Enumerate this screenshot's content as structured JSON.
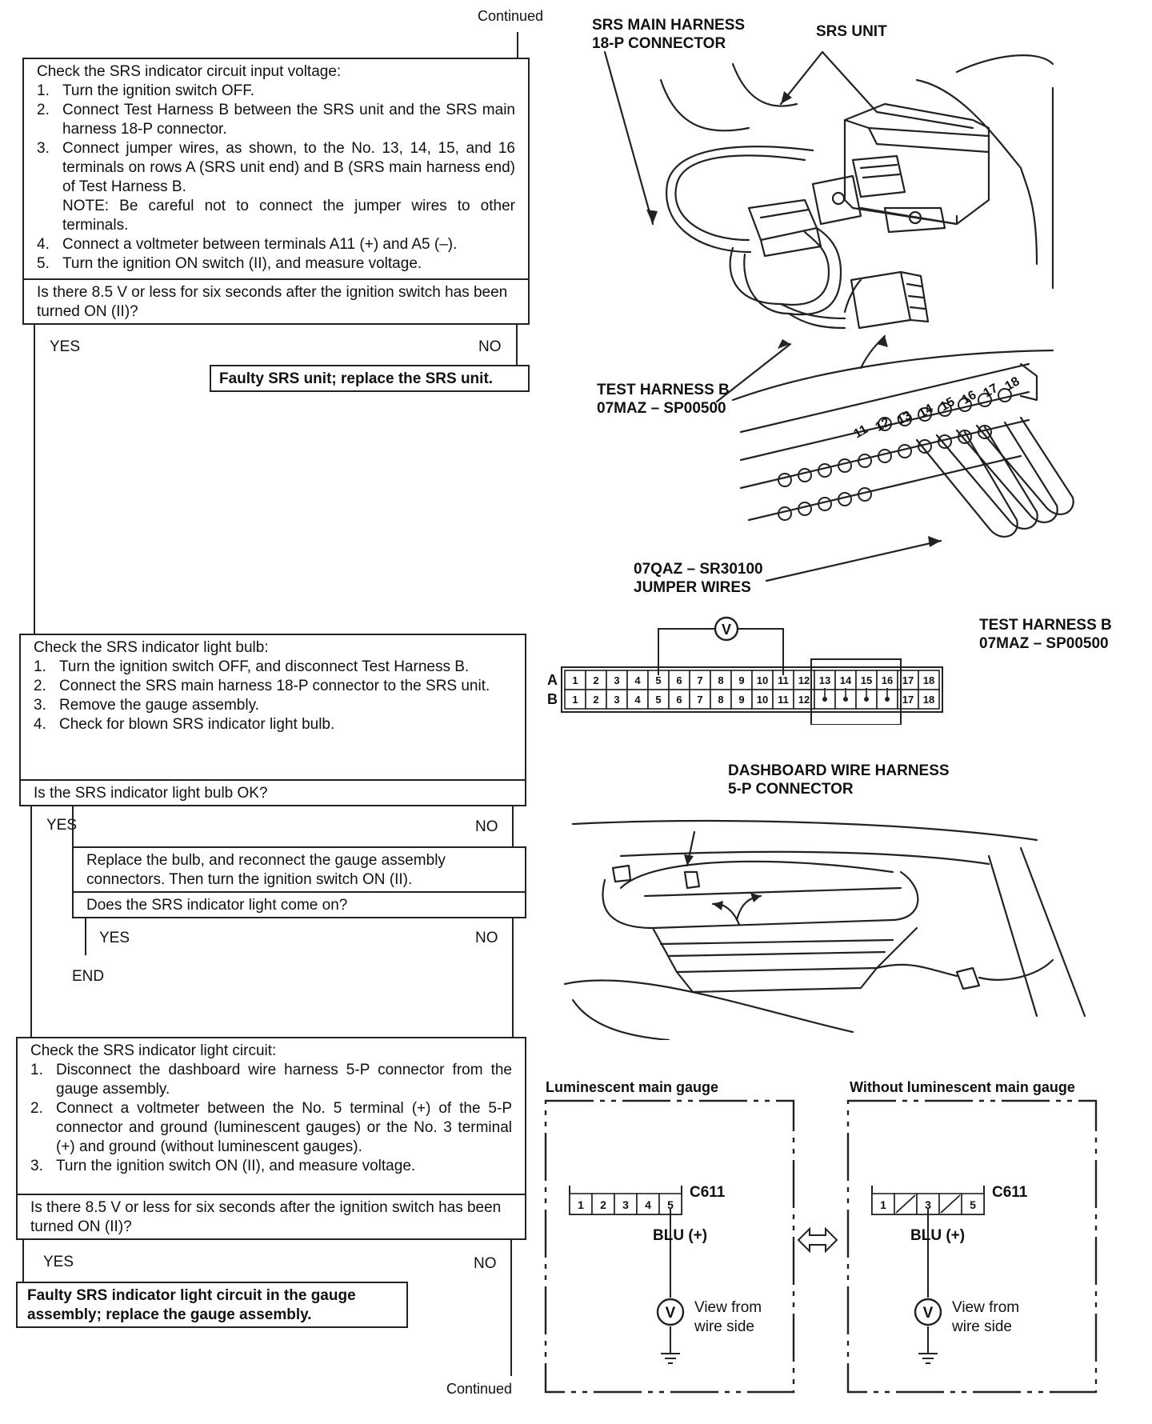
{
  "continued_top": "Continued",
  "continued_bottom": "Continued",
  "step1": {
    "heading": "Check the SRS indicator circuit input voltage:",
    "items": [
      {
        "n": "1.",
        "t": "Turn the ignition switch OFF."
      },
      {
        "n": "2.",
        "t": "Connect Test Harness B between the SRS unit and the SRS main harness 18-P connector."
      },
      {
        "n": "3.",
        "t": "Connect jumper wires, as shown, to the No. 13, 14, 15, and 16 terminals on rows A (SRS unit end) and B (SRS main harness end) of Test Harness B."
      },
      {
        "n": "",
        "t": "NOTE: Be careful not to connect the jumper wires to other terminals."
      },
      {
        "n": "4.",
        "t": "Connect a voltmeter between terminals A11 (+) and A5 (–)."
      },
      {
        "n": "5.",
        "t": "Turn the ignition ON switch (II), and measure voltage."
      }
    ],
    "question": "Is there 8.5 V or less for six seconds after the ignition switch has been turned ON (II)?",
    "yes": "YES",
    "no": "NO",
    "result_no": "Faulty SRS unit; replace the SRS unit."
  },
  "step2": {
    "heading": "Check the SRS indicator light bulb:",
    "items": [
      {
        "n": "1.",
        "t": "Turn the ignition switch OFF, and disconnect Test Harness B."
      },
      {
        "n": "2.",
        "t": "Connect the SRS main harness 18-P connector to the SRS unit."
      },
      {
        "n": "3.",
        "t": "Remove the gauge assembly."
      },
      {
        "n": "4.",
        "t": "Check for blown SRS indicator light bulb."
      }
    ],
    "question": "Is the SRS indicator light bulb OK?",
    "yes": "YES",
    "no": "NO",
    "sub_action": "Replace the bulb, and reconnect the gauge assembly connectors. Then turn the ignition switch ON (II).",
    "sub_question": "Does the SRS indicator light come on?",
    "sub_yes": "YES",
    "sub_no": "NO",
    "end": "END"
  },
  "step3": {
    "heading": "Check the SRS indicator light circuit:",
    "items": [
      {
        "n": "1.",
        "t": "Disconnect the dashboard wire harness 5-P connector from the gauge assembly."
      },
      {
        "n": "2.",
        "t": "Connect a voltmeter between the No. 5 terminal (+) of the 5-P connector and ground (luminescent gauges) or the No. 3 terminal (+) and ground (without luminescent gauges)."
      },
      {
        "n": "3.",
        "t": "Turn the ignition switch ON (II), and measure voltage."
      }
    ],
    "question": "Is there 8.5 V or less for six seconds after the ignition switch has been turned ON (II)?",
    "yes": "YES",
    "no": "NO",
    "result_yes": "Faulty SRS indicator light circuit in the gauge assembly; replace the gauge assembly."
  },
  "fig1": {
    "label_main_connector": "SRS MAIN HARNESS\n18-P CONNECTOR",
    "label_unit": "SRS UNIT",
    "label_test_harness": "TEST HARNESS B\n07MAZ – SP00500",
    "label_jumper": "07QAZ – SR30100\nJUMPER WIRES",
    "pin_numbers": [
      "11",
      "12",
      "13",
      "14",
      "15",
      "16",
      "17",
      "18"
    ]
  },
  "fig2": {
    "title": "TEST HARNESS B\n07MAZ – SP00500",
    "row_a": "A",
    "row_b": "B",
    "pins": [
      "1",
      "2",
      "3",
      "4",
      "5",
      "6",
      "7",
      "8",
      "9",
      "10",
      "11",
      "12",
      "13",
      "14",
      "15",
      "16",
      "17",
      "18"
    ],
    "meter": "V"
  },
  "fig3": {
    "label": "DASHBOARD WIRE HARNESS\n5-P CONNECTOR"
  },
  "fig4": {
    "left_title": "Luminescent main gauge",
    "right_title": "Without luminescent main gauge",
    "left_pins": [
      "1",
      "2",
      "3",
      "4",
      "5"
    ],
    "right_pins": [
      "1",
      "3",
      "5"
    ],
    "connector": "C611",
    "wire": "BLU (+)",
    "view": "View from\nwire side",
    "meter": "V"
  }
}
